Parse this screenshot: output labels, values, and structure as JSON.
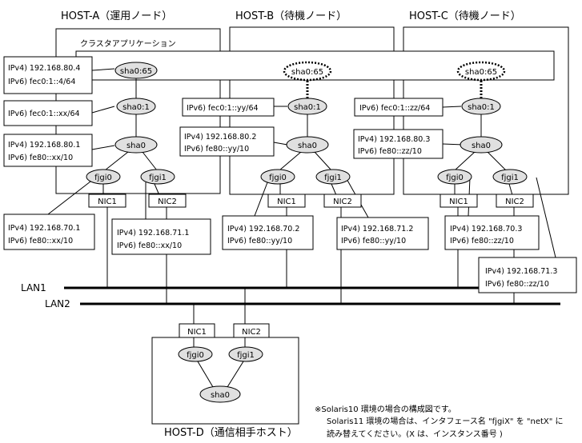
{
  "hosts": {
    "a": {
      "title": "HOST-A（運用ノード）"
    },
    "b": {
      "title": "HOST-B（待機ノード）"
    },
    "c": {
      "title": "HOST-C（待機ノード）"
    },
    "d": {
      "title": "HOST-D（通信相手ホスト）"
    }
  },
  "cluster_app": "クラスタアプリケーション",
  "nodes": {
    "a_sha065": "sha0:65",
    "b_sha065": "sha0:65",
    "c_sha065": "sha0:65",
    "a_sha01": "sha0:1",
    "b_sha01": "sha0:1",
    "c_sha01": "sha0:1",
    "a_sha0": "sha0",
    "b_sha0": "sha0",
    "c_sha0": "sha0",
    "d_sha0": "sha0",
    "a_fjgi0": "fjgi0",
    "a_fjgi1": "fjgi1",
    "b_fjgi0": "fjgi0",
    "b_fjgi1": "fjgi1",
    "c_fjgi0": "fjgi0",
    "c_fjgi1": "fjgi1",
    "d_fjgi0": "fjgi0",
    "d_fjgi1": "fjgi1"
  },
  "nics": {
    "a1": "NIC1",
    "a2": "NIC2",
    "b1": "NIC1",
    "b2": "NIC2",
    "c1": "NIC1",
    "c2": "NIC2",
    "d1": "NIC1",
    "d2": "NIC2"
  },
  "addr": {
    "a_sha065": [
      "IPv4) 192.168.80.4",
      "IPv6) fec0:1::4/64"
    ],
    "a_sha01": [
      "IPv6) fec0:1::xx/64"
    ],
    "a_sha0": [
      "IPv4) 192.168.80.1",
      "IPv6) fe80::xx/10"
    ],
    "a_fjgi0": [
      "IPv4) 192.168.70.1",
      "IPv6) fe80::xx/10"
    ],
    "a_fjgi1": [
      "IPv4) 192.168.71.1",
      "IPv6) fe80::xx/10"
    ],
    "b_sha01": [
      "IPv6) fec0:1::yy/64"
    ],
    "b_sha0": [
      "IPv4) 192.168.80.2",
      "IPv6) fe80::yy/10"
    ],
    "b_fjgi0": [
      "IPv4) 192.168.70.2",
      "IPv6) fe80::yy/10"
    ],
    "b_fjgi1": [
      "IPv4) 192.168.71.2",
      "IPv6) fe80::yy/10"
    ],
    "c_sha01": [
      "IPv6) fec0:1::zz/64"
    ],
    "c_sha0": [
      "IPv4) 192.168.80.3",
      "IPv6) fe80::zz/10"
    ],
    "c_fjgi0": [
      "IPv4) 192.168.70.3",
      "IPv6) fe80::zz/10"
    ],
    "c_fjgi1": [
      "IPv4) 192.168.71.3",
      "IPv6) fe80::zz/10"
    ]
  },
  "lans": {
    "lan1": "LAN1",
    "lan2": "LAN2"
  },
  "note": [
    "※Solaris10 環境の場合の構成図です。",
    "Solaris11 環境の場合は、インタフェース名 \"fjgiX\" を \"netX\" に",
    "読み替えてください。(X は、インスタンス番号 )"
  ]
}
